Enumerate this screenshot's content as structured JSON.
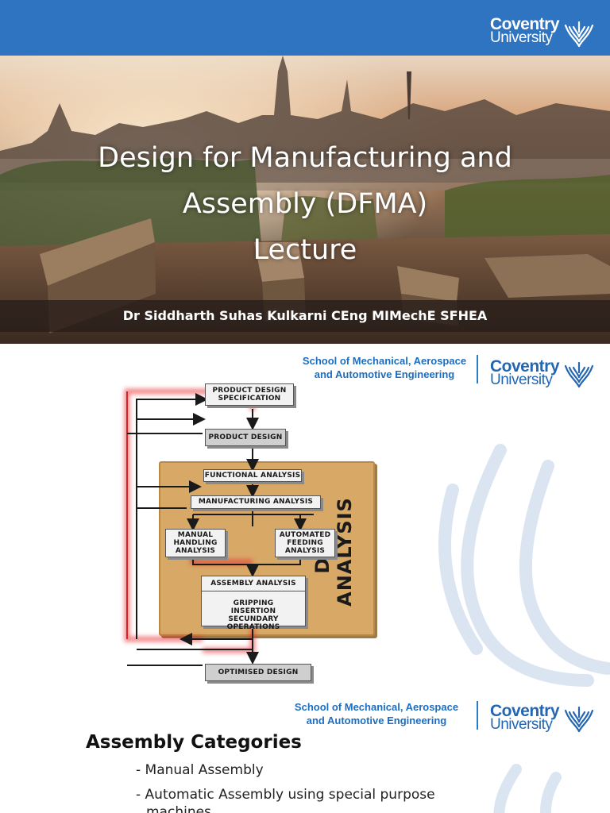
{
  "slide1": {
    "title_lines": [
      "Design for Manufacturing and",
      "Assembly (DFMA)",
      "Lecture"
    ],
    "author": "Dr Siddharth Suhas Kulkarni CEng MIMechE SFHEA",
    "logo": {
      "word1": "Coventry",
      "word2": "University"
    }
  },
  "slide2": {
    "school_lines": [
      "School of Mechanical, Aerospace",
      "and Automotive Engineering"
    ],
    "logo": {
      "word1": "Coventry",
      "word2": "University"
    },
    "diagram": {
      "product_design_spec": [
        "PRODUCT DESIGN",
        "SPECIFICATION"
      ],
      "product_design": "PRODUCT DESIGN",
      "functional_analysis": "FUNCTIONAL ANALYSIS",
      "manufacturing_analysis": "MANUFACTURING ANALYSIS",
      "manual_handling": [
        "MANUAL",
        "HANDLING",
        "ANALYSIS"
      ],
      "automated_feeding": [
        "AUTOMATED",
        "FEEDING",
        "ANALYSIS"
      ],
      "assembly_analysis": "ASSEMBLY ANALYSIS",
      "assembly_details": [
        "GRIPPING",
        "INSERTION",
        "SECUNDARY OPERATIONS"
      ],
      "optimised_design": "OPTIMISED DESIGN",
      "dfa_label": "DFA ANALYSIS"
    }
  },
  "slide3": {
    "school_lines": [
      "School of Mechanical, Aerospace",
      "and Automotive Engineering"
    ],
    "logo": {
      "word1": "Coventry",
      "word2": "University"
    },
    "heading": "Assembly Categories",
    "items": [
      "- Manual Assembly",
      "- Automatic Assembly using special purpose",
      "machines"
    ]
  },
  "colors": {
    "header_blue": "#2f74c0",
    "school_blue": "#1b6ec2",
    "logo_blue": "#2466b1",
    "dfa_panel": "#d8a867",
    "feedback_red": "#e8262a"
  }
}
